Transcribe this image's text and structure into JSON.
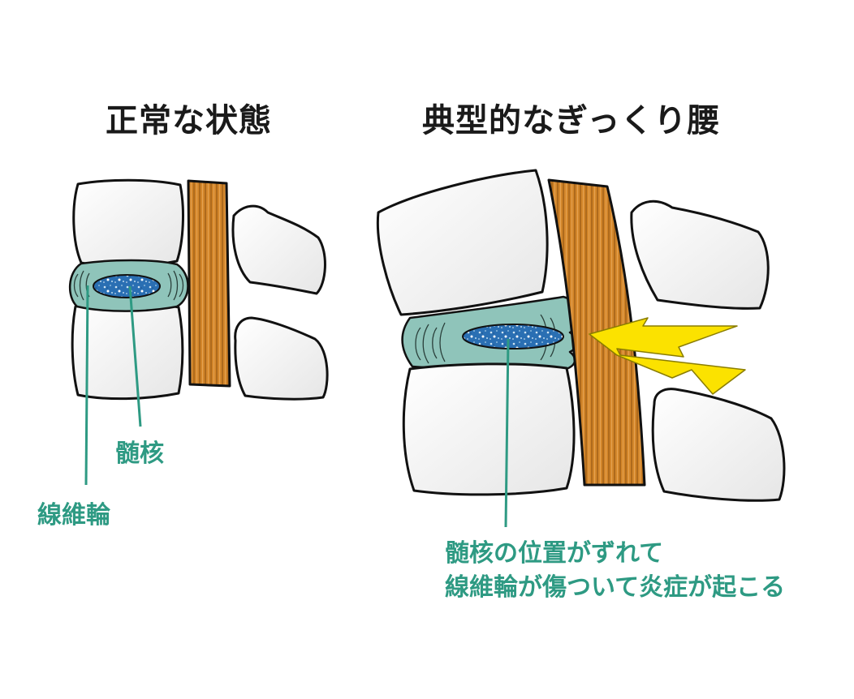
{
  "titles": {
    "normal": "正常な状態",
    "gikkuri": "典型的なぎっくり腰"
  },
  "labels": {
    "nucleus": "髄核",
    "annulus": "線維輪",
    "note_line1": "髄核の位置がずれて",
    "note_line2": "線維輪が傷ついて炎症が起こる"
  },
  "colors": {
    "text": "#1a1a1a",
    "label": "#2e9a83",
    "bone_fill": "#ffffff",
    "bone_outline": "#111111",
    "disc": "#8fc4ba",
    "nucleus": "#2a6fb3",
    "ligament": "#d3862a",
    "pain_bolt": "#fbe200"
  }
}
